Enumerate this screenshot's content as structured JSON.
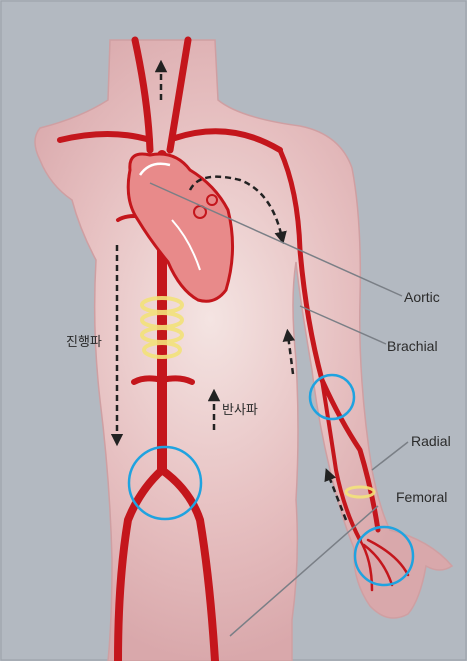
{
  "labels": {
    "aortic": "Aortic",
    "brachial": "Brachial",
    "radial": "Radial",
    "femoral": "Femoral",
    "forward_wave": "진행파",
    "reflected_wave": "반사파"
  },
  "colors": {
    "background": "#b3b9c1",
    "body_fill": "#e2b8bb",
    "artery": "#c4161c",
    "heart": "#e88a8a",
    "measurement_circle": "#1fa3e0",
    "stenosis_ring": "#f3e27a",
    "leader_line": "#7a7f86",
    "arrow": "#222222"
  },
  "icons": {
    "measurement_site": "circle-outline",
    "wave_direction": "dashed-arrow"
  }
}
